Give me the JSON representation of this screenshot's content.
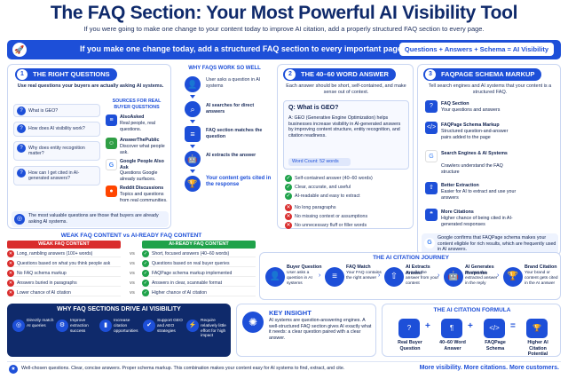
{
  "header": {
    "title": "The FAQ Section: Your Most Powerful AI Visibility Tool",
    "subtitle": "If you were going to make one change to your content today to improve AI citation, add a properly structured FAQ section to every page.",
    "banner": "If you make one change today, add a structured FAQ section to every important page.",
    "formula_pill": "Questions + Answers + Schema = AI Visibility"
  },
  "sec1": {
    "num": "1",
    "title": "THE RIGHT QUESTIONS",
    "intro": "Use real questions your buyers are actually asking AI systems.",
    "questions": [
      "What is GEO?",
      "How does AI visibility work?",
      "Why does entity recognition matter?",
      "How can I get cited in AI-generated answers?"
    ],
    "sources_title": "SOURCES FOR REAL BUYER QUESTIONS",
    "sources": [
      {
        "name": "AlsoAsked",
        "desc": "Real people, real questions."
      },
      {
        "name": "AnswerThePublic",
        "desc": "Discover what people ask."
      },
      {
        "name": "Google People Also Ask",
        "desc": "Questions Google already surfaces."
      },
      {
        "name": "Reddit Discussions",
        "desc": "Topics and questions from real communities."
      }
    ],
    "note": "The most valuable questions are those that buyers are already asking AI systems."
  },
  "why": {
    "title": "WHY FAQS WORK SO WELL",
    "steps": [
      "User asks a question in AI systems",
      "AI searches for direct answers",
      "FAQ section matches the question",
      "AI extracts the answer",
      "Your content gets cited in the response"
    ]
  },
  "sec2": {
    "num": "2",
    "title": "THE 40–60 WORD ANSWER",
    "intro": "Each answer should be short, self-contained, and make sense out of context.",
    "q": "Q: What is GEO?",
    "a": "A: GEO (Generative Engine Optimization) helps businesses increase visibility in AI-generated answers by improving content structure, entity recognition, and citation readiness.",
    "wordcount": "Word Count: 52 words",
    "good": [
      "Self-contained answer (40–60 words)",
      "Clear, accurate, and useful",
      "AI-readable and easy to extract"
    ],
    "bad": [
      "No long paragraphs",
      "No missing context or assumptions",
      "No unnecessary fluff or filler words"
    ]
  },
  "sec3": {
    "num": "3",
    "title": "FAQPAGE SCHEMA MARKUP",
    "intro": "Tell search engines and AI systems that your content is a structured FAQ.",
    "items": [
      {
        "name": "FAQ Section",
        "desc": "Your questions and answers"
      },
      {
        "name": "FAQPage Schema Markup",
        "desc": "Structured question-and-answer pairs added to the page"
      },
      {
        "name": "Search Engines & AI Systems",
        "desc": "Crawlers understand the FAQ structure"
      },
      {
        "name": "Better Extraction",
        "desc": "Easier for AI to extract and use your answers"
      },
      {
        "name": "More Citations",
        "desc": "Higher chance of being cited in AI-generated responses"
      }
    ],
    "note": "Google confirms that FAQPage schema makes your content eligible for rich results, which are frequently used in AI answers."
  },
  "compare": {
    "title": "WEAK FAQ CONTENT vs AI-READY FAQ CONTENT",
    "weak_title": "WEAK FAQ CONTENT",
    "strong_title": "AI-READY FAQ CONTENT",
    "vs": "vs",
    "weak": [
      "Long, rambling answers (100+ words)",
      "Questions based on what you think people ask",
      "No FAQ schema markup",
      "Answers buried in paragraphs",
      "Lower chance of AI citation"
    ],
    "strong": [
      "Short, focused answers (40–60 words)",
      "Questions based on real buyer queries",
      "FAQPage schema markup implemented",
      "Answers in clear, scannable format",
      "Higher chance of AI citation"
    ]
  },
  "journey": {
    "title": "THE AI CITATION JOURNEY",
    "steps": [
      {
        "name": "Buyer Question",
        "desc": "User asks a question in AI systems"
      },
      {
        "name": "FAQ Match",
        "desc": "Your FAQ contains the right answer"
      },
      {
        "name": "AI Extracts Answer",
        "desc": "AI pulls the answer from your content"
      },
      {
        "name": "AI Generates Response",
        "desc": "AI uses the extracted answer in the reply"
      },
      {
        "name": "Brand Citation",
        "desc": "Your brand or content gets cited in the AI answer"
      }
    ]
  },
  "drive": {
    "title": "WHY FAQ SECTIONS DRIVE AI VISIBILITY",
    "items": [
      "Directly match AI queries",
      "Improve extraction success",
      "Increase citation opportunities",
      "Support GEO and AEO strategies",
      "Require relatively little effort for high impact"
    ]
  },
  "insight": {
    "title": "KEY INSIGHT",
    "text": "AI systems are question-answering engines. A well-structured FAQ section gives AI exactly what it needs: a clear question paired with a clear answer."
  },
  "formula": {
    "title": "THE AI CITATION FORMULA",
    "items": [
      "Real Buyer Question",
      "40–60 Word Answer",
      "FAQPage Schema",
      "Higher AI Citation Potential"
    ],
    "ops": [
      "+",
      "+",
      "="
    ]
  },
  "footer": {
    "text": "Well-chosen questions. Clear, concise answers. Proper schema markup. This combination makes your content easy for AI systems to find, extract, and cite.",
    "tagline": "More visibility. More citations. More customers."
  }
}
